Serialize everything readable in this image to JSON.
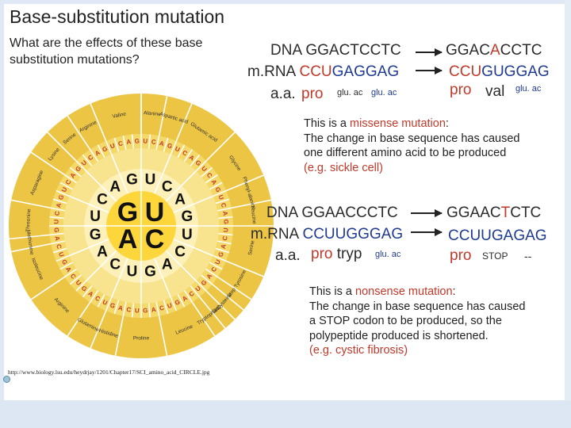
{
  "slide": {
    "title": "Base-substitution mutation",
    "question": "What are the effects of these base substitution mutations?",
    "url": "http://www.biology.lsu.edu/heydrjay/1201/Chapter17/SCI_amino_acid_CIRCLE.jpg"
  },
  "example1": {
    "dna_label": "DNA",
    "dna_original": "GGACTCCTC",
    "mrna_label": "m.RNA",
    "mrna_original_red": "CCU",
    "mrna_original_blue": "GAGGAG",
    "aa_label": "a.a.",
    "aa_original": [
      "pro",
      "glu. ac",
      "glu. ac"
    ],
    "dna_mutant_a": "GGAC",
    "dna_mutant_sub": "A",
    "dna_mutant_b": "CCTC",
    "mrna_mutant_red": "CCU",
    "mrna_mutant_blue": "GUGGAG",
    "aa_mutant": [
      "pro",
      "val",
      "glu. ac"
    ],
    "para": {
      "line1_a": "This is a ",
      "line1_red": "missense mutation",
      "line1_b": ":",
      "line2": "The change in base sequence has caused",
      "line3": "one different amino acid to be produced",
      "line4": "(e.g. sickle cell)"
    }
  },
  "example2": {
    "dna_label": "DNA",
    "dna_original": "GGAACCCTC",
    "mrna_label": "m.RNA",
    "mrna_original_red": "CCU",
    "mrna_original_blue": "UGGGAG",
    "aa_label": "a.a.",
    "aa_original": [
      "pro",
      "tryp",
      "glu. ac"
    ],
    "dna_mutant_a": "GGAAC",
    "dna_mutant_sub": "T",
    "dna_mutant_b": "CTC",
    "mrna_mutant_red": "CCU",
    "mrna_mutant_blue": "UGAGAG",
    "aa_mutant": [
      "pro",
      "STOP",
      "--"
    ],
    "para": {
      "line1_a": "This is a ",
      "line1_red": "nonsense mutation",
      "line1_b": ":",
      "line2": "The change in base sequence has caused",
      "line3": "a STOP codon to be produced, so the",
      "line4": "polypeptide produced is shortened.",
      "line5": "(e.g. cystic fibrosis)"
    }
  },
  "wheel": {
    "center": [
      "G",
      "U",
      "A",
      "C"
    ],
    "second": [
      "U",
      "C",
      "A",
      "G",
      "U",
      "C",
      "A",
      "G",
      "U",
      "C",
      "A",
      "G",
      "U",
      "C",
      "A",
      "G"
    ],
    "third": "UCAG",
    "amino_acids": [
      "Alanine",
      "Aspartic acid",
      "Glutamic acid",
      "Glycine",
      "Phenyl-alanine",
      "Leucine",
      "Serine",
      "Tyrosine",
      "Stop",
      "Cysteine",
      "Stop",
      "Tryptophan",
      "Leucine",
      "Proline",
      "Histidine",
      "Glutamine",
      "Arginine",
      "Isoleucine",
      "Methionine",
      "Threonine",
      "Asparagine",
      "Lysine",
      "Serine",
      "Arginine",
      "Valine"
    ],
    "colors": {
      "outer": "#ecc545",
      "ring3": "#f4d868",
      "ring2": "#f8e48f",
      "inner": "#fdf0b8",
      "center": "#fcd63a"
    }
  }
}
